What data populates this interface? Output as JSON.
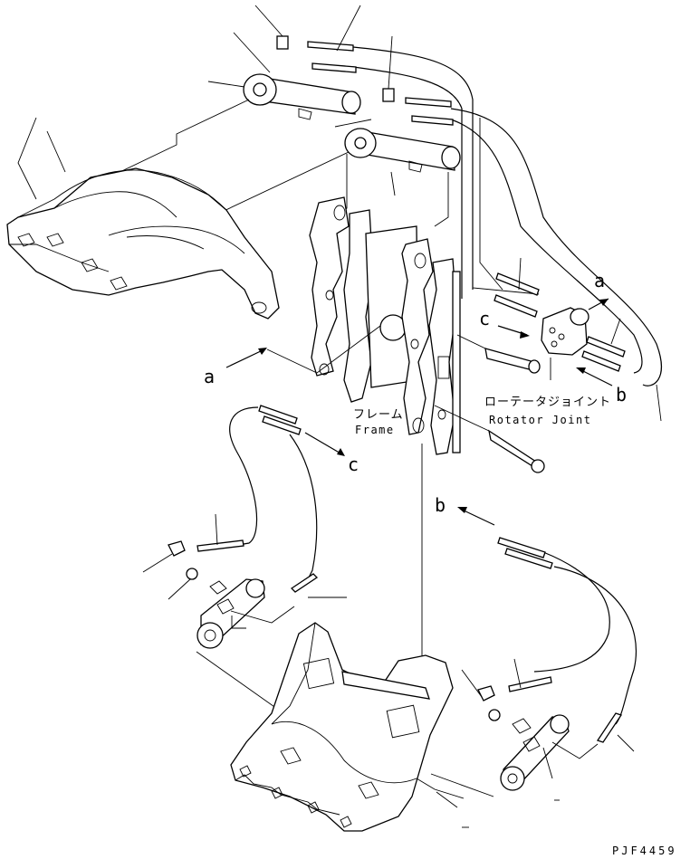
{
  "labels": {
    "a_top": "a",
    "a_left": "a",
    "b_right": "b",
    "b_mid": "b",
    "c_top": "c",
    "c_mid": "c"
  },
  "frame": {
    "jp": "フレーム",
    "en": "Frame"
  },
  "rotator_joint": {
    "jp": "ローテータジョイント",
    "en": "Rotator Joint"
  },
  "drawing_code": "PJF4459"
}
